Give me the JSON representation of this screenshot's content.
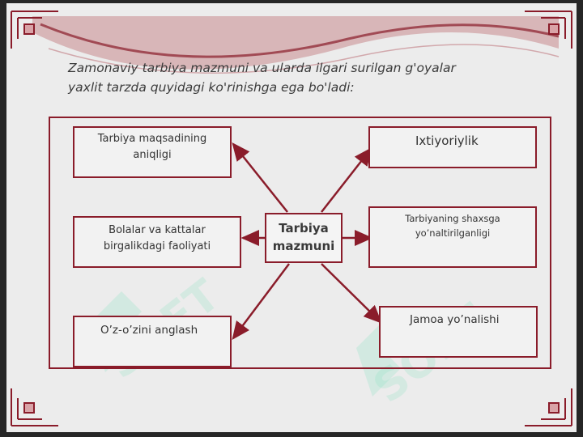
{
  "intro_text": {
    "line1": "Zamonaviy tarbiya mazmuni va ularda ilgari surilgan g'oyalar",
    "line2": "yaxlit tarzda quyidagi ko'rinishga ega bo'ladi:"
  },
  "diagram": {
    "center": {
      "line1": "Tarbiya",
      "line2": "mazmuni"
    },
    "nodes": {
      "top_left": {
        "line1": "Tarbiya maqsadining",
        "line2": "aniqligi"
      },
      "mid_left": {
        "line1": "Bolalar va kattalar",
        "line2": "birgalikdagi faoliyati"
      },
      "bottom_left": {
        "line1": "O’z-o’zini anglash"
      },
      "top_right": {
        "line1": "Ixtiyoriylik"
      },
      "mid_right": {
        "line1": "Tarbiyaning shaxsga",
        "line2": "yo’naltirilganligi"
      },
      "bottom_right": {
        "line1": "Jamoa yo’nalishi"
      }
    }
  },
  "watermark": "SOFT",
  "colors": {
    "accent": "#8a1c2a",
    "panel": "#ececec",
    "frame_outer": "#262626",
    "watermark": "#8fe3c4"
  }
}
